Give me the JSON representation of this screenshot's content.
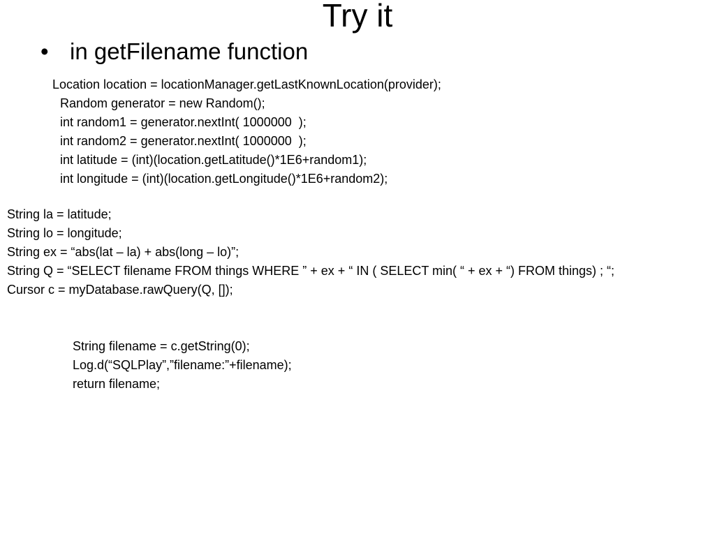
{
  "slide": {
    "title": "Try it",
    "bullet": "in getFilename function",
    "bullet_marker": "•",
    "code_block_a": [
      "Location location = locationManager.getLastKnownLocation(provider);",
      "Random generator = new Random();",
      "int random1 = generator.nextInt( 1000000  );",
      "int random2 = generator.nextInt( 1000000  );",
      "int latitude = (int)(location.getLatitude()*1E6+random1);",
      "int longitude = (int)(location.getLongitude()*1E6+random2);"
    ],
    "code_block_b": [
      "String la = latitude;",
      "String lo = longitude;",
      "String ex = “abs(lat – la) + abs(long – lo)”;",
      "String Q = “SELECT filename FROM things WHERE ” + ex + “ IN ( SELECT min( “ + ex + “) FROM things) ; “;",
      "Cursor c = myDatabase.rawQuery(Q, []);"
    ],
    "code_block_c": [
      "String filename = c.getString(0);",
      "Log.d(“SQLPlay”,”filename:”+filename);",
      "return filename;"
    ]
  }
}
